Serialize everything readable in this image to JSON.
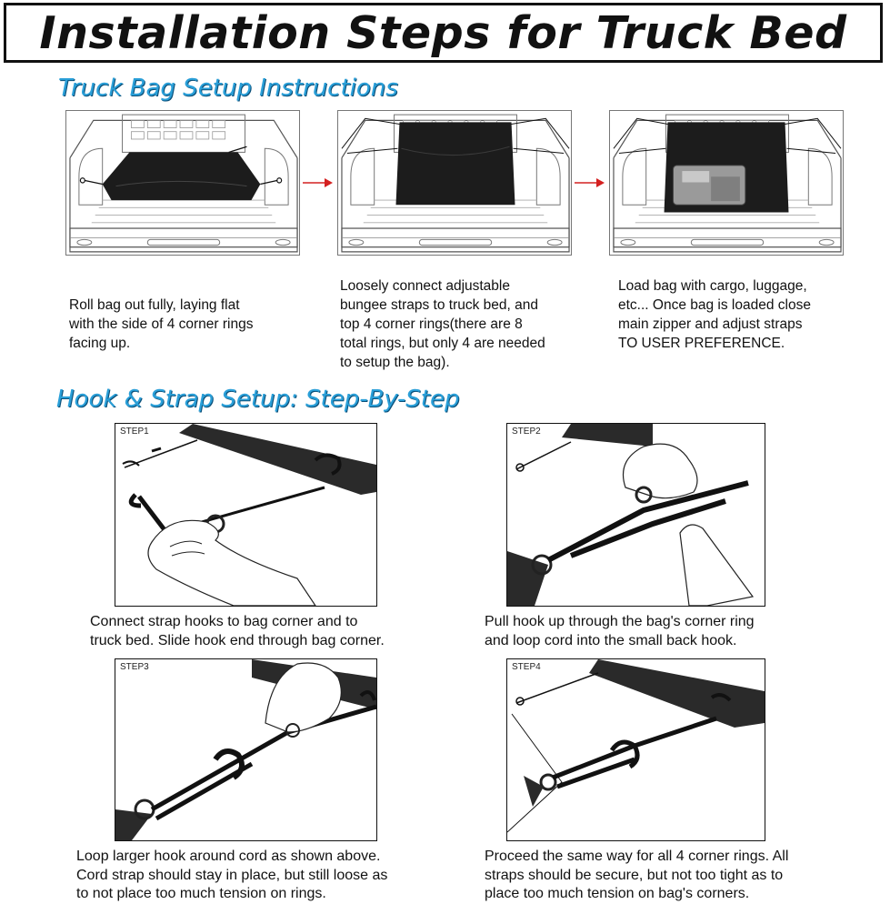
{
  "header": {
    "title": "Installation Steps for Truck Bed"
  },
  "setup": {
    "heading": "Truck Bag Setup Instructions",
    "steps": [
      {
        "text": "Roll bag out fully, laying flat\nwith the side of 4 corner rings\nfacing up."
      },
      {
        "text": "Loosely connect adjustable\nbungee straps to truck bed, and\ntop 4 corner rings(there are 8\ntotal rings, but only 4 are needed\nto setup the bag)."
      },
      {
        "text": "Load bag with cargo, luggage,\netc... Once bag is loaded close\nmain zipper and adjust straps\nTO USER PREFERENCE."
      }
    ]
  },
  "hook": {
    "heading": "Hook & Strap Setup: Step-By-Step",
    "steps": [
      {
        "label": "STEP1",
        "text": "Connect strap hooks to bag corner and to\ntruck bed. Slide hook end through bag corner."
      },
      {
        "label": "STEP2",
        "text": "Pull hook up through the bag's corner ring\nand loop cord into the small back hook."
      },
      {
        "label": "STEP3",
        "text": "Loop larger hook around cord as shown above.\nCord strap should stay in place, but still loose as\nto not place too much tension on rings."
      },
      {
        "label": "STEP4",
        "text": "Proceed the same way for all 4 corner rings. All\nstraps should be secure, but not too tight as to\nplace too much tension on bag's corners."
      }
    ]
  },
  "colors": {
    "heading_blue": "#2a9fd8",
    "arrow_red": "#d42020",
    "bag_black": "#1c1c1c"
  }
}
